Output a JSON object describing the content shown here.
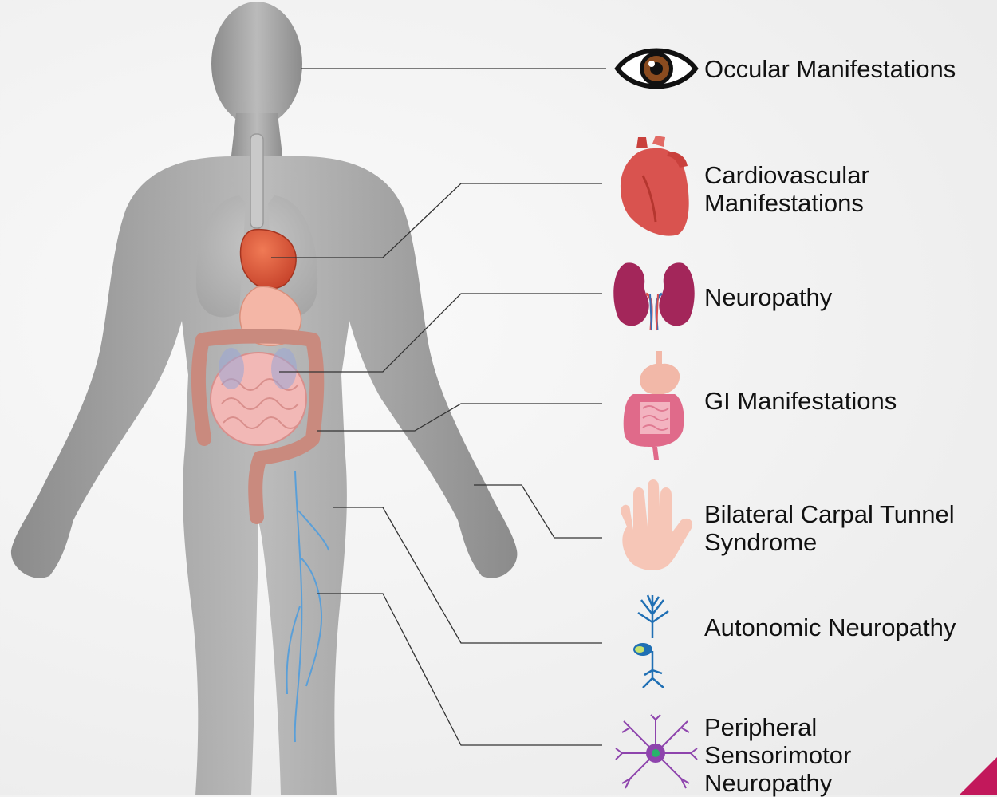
{
  "labels": {
    "ocular": [
      "Occular Manifestations"
    ],
    "cardio": [
      "Cardiovascular",
      "Manifestations"
    ],
    "kidney": [
      "Neuropathy"
    ],
    "gi": [
      "GI Manifestations"
    ],
    "carpal": [
      "Bilateral Carpal Tunnel",
      "Syndrome"
    ],
    "autonomic": [
      "Autonomic Neuropathy"
    ],
    "peripheral": [
      "Peripheral",
      "Sensorimotor",
      "Neuropathy"
    ]
  },
  "icons": {
    "ocular": "eye-icon",
    "cardio": "heart-icon",
    "kidney": "kidneys-icon",
    "gi": "digestive-tract-icon",
    "carpal": "hand-icon",
    "autonomic": "neuron-icon",
    "peripheral": "sensory-neuron-icon"
  },
  "colors": {
    "body": "#9a9a9a",
    "heart": "#d9534f",
    "stomach": "#f4b6a6",
    "intestine": "#f2b8b6",
    "colon": "#c98a7e",
    "kidney": "#a3265a",
    "hand": "#f6c6b7",
    "neuron_blue": "#1f6fb4",
    "neuron_purple": "#8e44ad",
    "nerve": "#5a9fd8",
    "accent": "#c2185b"
  }
}
